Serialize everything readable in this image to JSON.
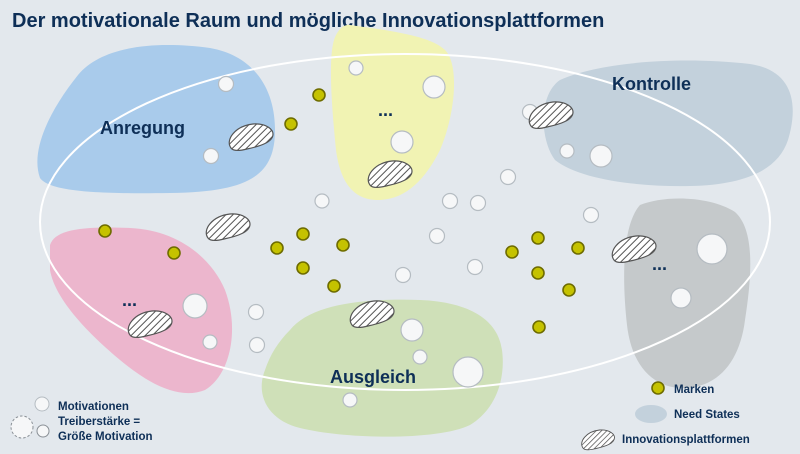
{
  "title": "Der motivationale Raum und mögliche Innovationsplattformen",
  "colors": {
    "background": "#e3e8ed",
    "title": "#0e2f57",
    "label": "#0e2f57",
    "marken": "#c5c200",
    "anregung": "#a9cbeb",
    "kontrolle": "#c3d1dc",
    "yellow_region": "#f1f3b3",
    "pink_region": "#ecb6cd",
    "gray_region": "#c5c9cb",
    "ausgleich": "#cfe0b8",
    "motivation_fill": "#f6f7f8",
    "motivation_stroke": "#b5bcc2"
  },
  "regions": [
    {
      "name": "anregung",
      "label": "Anregung"
    },
    {
      "name": "kontrolle",
      "label": "Kontrolle"
    },
    {
      "name": "yellow",
      "label": "..."
    },
    {
      "name": "pink",
      "label": "..."
    },
    {
      "name": "gray",
      "label": "..."
    },
    {
      "name": "ausgleich",
      "label": "Ausgleich"
    }
  ],
  "legend": {
    "motivationen": "Motivationen",
    "treiber_line1": "Treiberstärke =",
    "treiber_line2": "Größe Motivation",
    "marken": "Marken",
    "need_states": "Need States",
    "plattformen": "Innovationsplattformen"
  },
  "icons": {
    "marke": "yellow-dot-icon",
    "motivation": "white-circle-icon",
    "platform": "hatched-blob-icon"
  }
}
